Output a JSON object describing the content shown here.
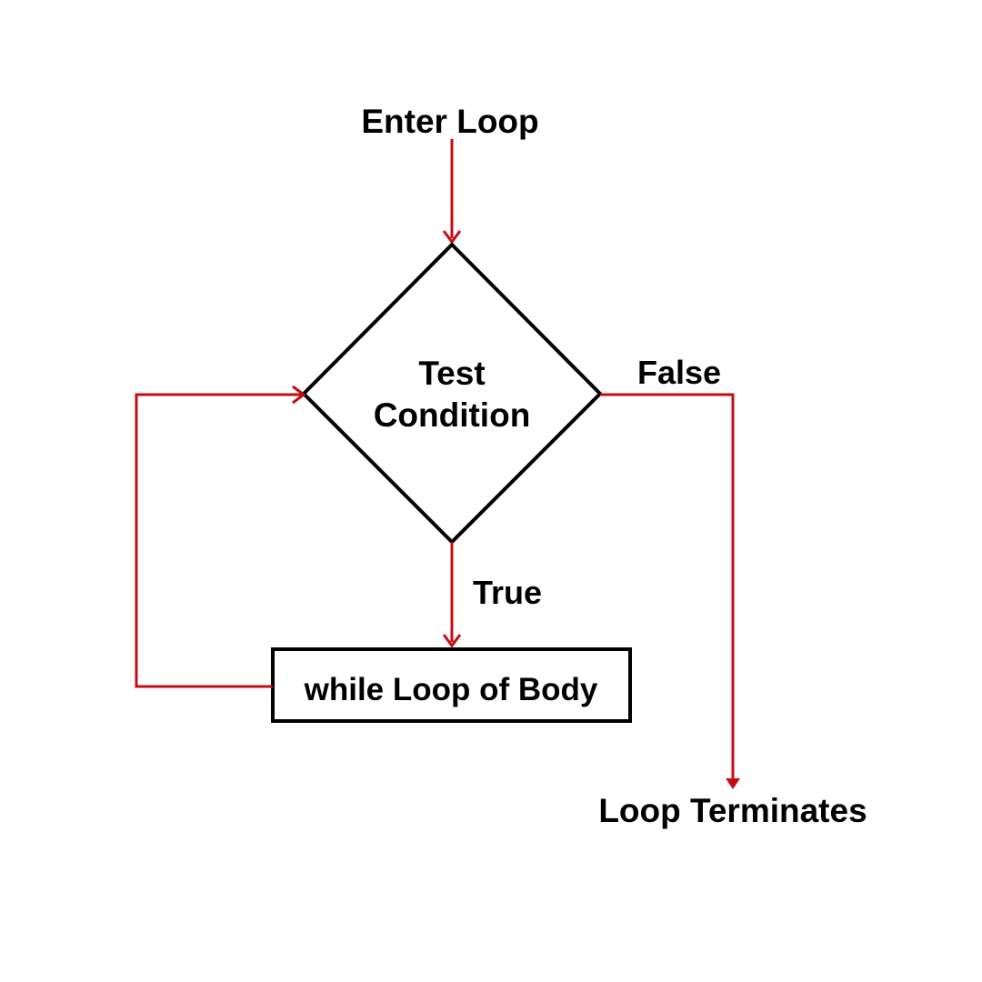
{
  "diagram": {
    "entry_label": "Enter Loop",
    "decision_line1": "Test",
    "decision_line2": "Condition",
    "true_label": "True",
    "false_label": "False",
    "body_label": "while Loop of Body",
    "exit_label": "Loop Terminates"
  },
  "colors": {
    "arrow": "#c40d12",
    "outline": "#000000",
    "text": "#000000",
    "background": "#ffffff"
  }
}
